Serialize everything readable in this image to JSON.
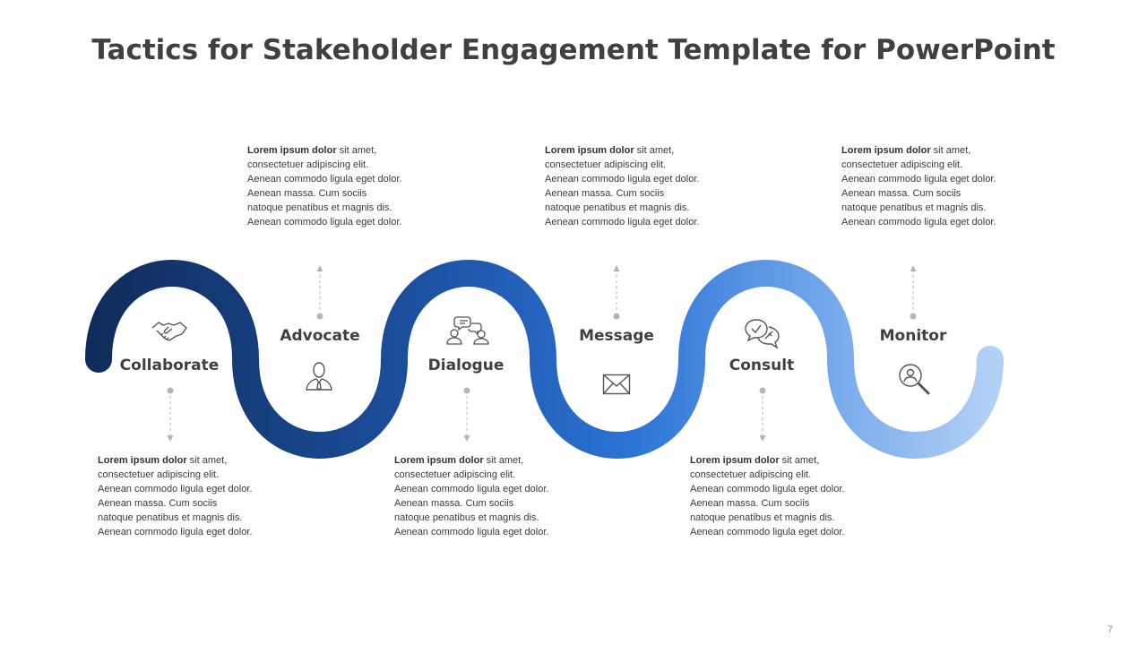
{
  "title": "Tactics for Stakeholder Engagement Template for PowerPoint",
  "page_number": "7",
  "colors": {
    "title": "#404040",
    "gradient_start": "#0f2d5c",
    "gradient_mid": "#2b74d6",
    "gradient_end": "#a9cbf4",
    "connector": "#b5b5b5"
  },
  "stages": [
    {
      "label": "Collaborate",
      "icon": "handshake-icon"
    },
    {
      "label": "Advocate",
      "icon": "person-icon"
    },
    {
      "label": "Dialogue",
      "icon": "people-chat-icon"
    },
    {
      "label": "Message",
      "icon": "envelope-icon"
    },
    {
      "label": "Consult",
      "icon": "chat-bubbles-check-icon"
    },
    {
      "label": "Monitor",
      "icon": "magnifier-person-icon"
    }
  ],
  "descriptions": [
    {
      "bold": "Lorem ipsum dolor",
      "text": " sit amet, consectetuer adipiscing elit. Aenean commodo ligula eget dolor. Aenean massa. Cum sociis natoque penatibus et magnis dis. Aenean commodo ligula eget dolor."
    },
    {
      "bold": "Lorem ipsum dolor",
      "text": " sit amet, consectetuer adipiscing elit. Aenean commodo ligula eget dolor. Aenean massa. Cum sociis natoque penatibus et magnis dis. Aenean commodo ligula eget dolor."
    },
    {
      "bold": "Lorem ipsum dolor",
      "text": " sit amet, consectetuer adipiscing elit. Aenean commodo ligula eget dolor. Aenean massa. Cum sociis natoque penatibus et magnis dis. Aenean commodo ligula eget dolor."
    },
    {
      "bold": "Lorem ipsum dolor",
      "text": " sit amet, consectetuer adipiscing elit. Aenean commodo ligula eget dolor. Aenean massa. Cum sociis natoque penatibus et magnis dis. Aenean commodo ligula eget dolor."
    },
    {
      "bold": "Lorem ipsum dolor",
      "text": " sit amet, consectetuer adipiscing elit. Aenean commodo ligula eget dolor. Aenean massa. Cum sociis natoque penatibus et magnis dis. Aenean commodo ligula eget dolor."
    },
    {
      "bold": "Lorem ipsum dolor",
      "text": " sit amet, consectetuer adipiscing elit. Aenean commodo ligula eget dolor. Aenean massa. Cum sociis natoque penatibus et magnis dis. Aenean commodo ligula eget dolor."
    }
  ]
}
